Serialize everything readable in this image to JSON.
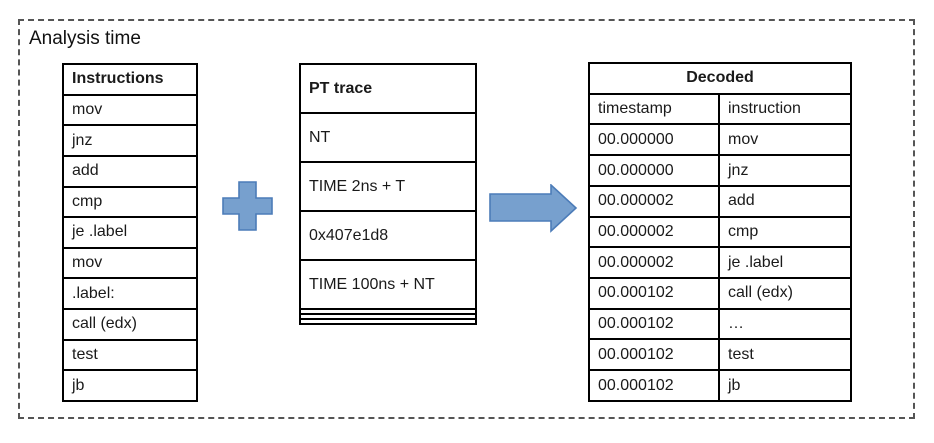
{
  "frame_label": "Analysis time",
  "instructions": {
    "header": "Instructions",
    "rows": [
      "mov",
      "jnz",
      "add",
      "cmp",
      "je .label",
      "mov",
      ".label:",
      "call (edx)",
      "test",
      "jb"
    ]
  },
  "pt_trace": {
    "header": "PT trace",
    "rows": [
      "NT",
      "TIME 2ns + T",
      "0x407e1d8",
      "TIME 100ns + NT",
      "",
      "",
      ""
    ]
  },
  "decoded": {
    "header": "Decoded",
    "columns": [
      "timestamp",
      "instruction"
    ],
    "rows": [
      [
        "00.000000",
        "mov"
      ],
      [
        "00.000000",
        "jnz"
      ],
      [
        "00.000002",
        "add"
      ],
      [
        "00.000002",
        "cmp"
      ],
      [
        "00.000002",
        "je .label"
      ],
      [
        "00.000102",
        "call (edx)"
      ],
      [
        "00.000102",
        "…"
      ],
      [
        "00.000102",
        "test"
      ],
      [
        "00.000102",
        "jb"
      ]
    ]
  },
  "icons": {
    "plus_icon": "plus",
    "arrow_icon": "block-arrow-right"
  },
  "colors": {
    "shape_fill": "#77A0CE",
    "shape_stroke": "#4C7CB8",
    "table_border": "#000000",
    "frame_border": "#555555",
    "text": "#1a1a1a"
  }
}
